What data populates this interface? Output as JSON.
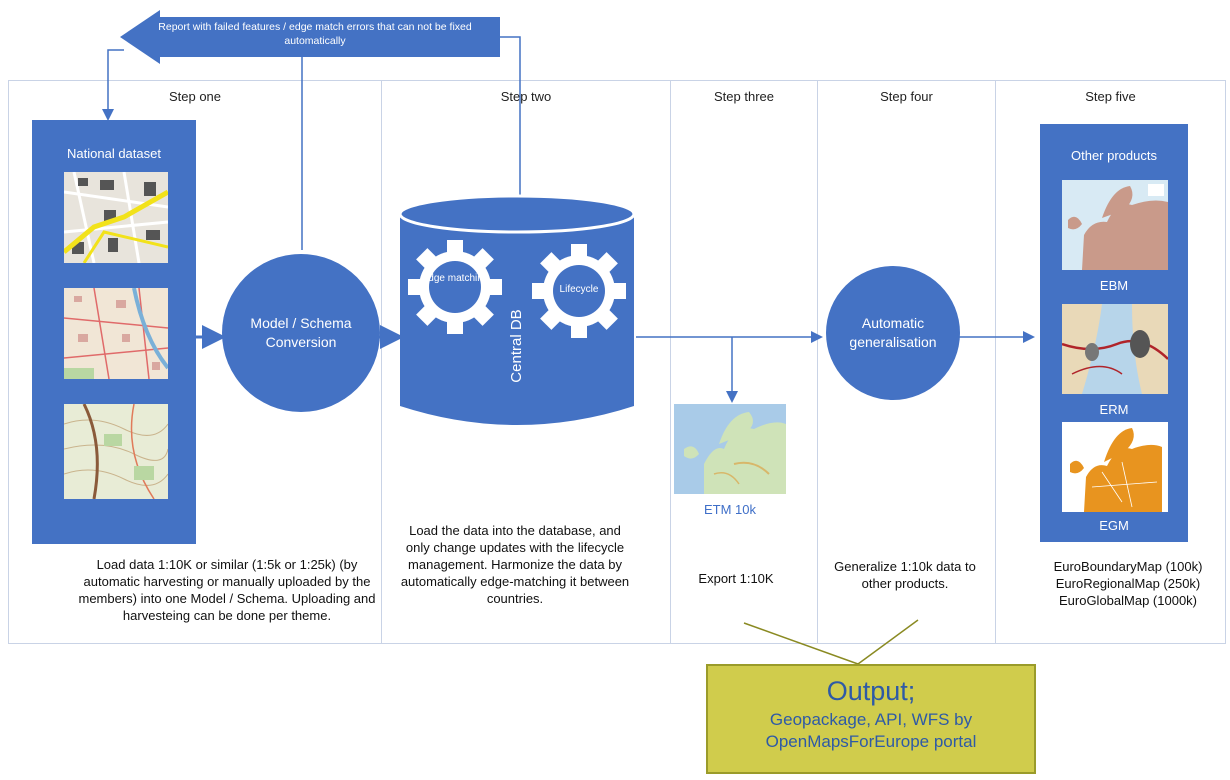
{
  "report": {
    "text": "Report with failed features / edge match errors that can not be fixed automatically"
  },
  "steps": [
    {
      "title": "Step one",
      "desc": "Load data 1:10K or similar (1:5k or 1:25k) (by automatic harvesting or manually uploaded by the members) into one Model / Schema. Uploading and harvesteing can be done per theme."
    },
    {
      "title": "Step two",
      "desc": "Load the data into the database, and only change updates with the lifecycle management. Harmonize the data by automatically edge-matching it between countries."
    },
    {
      "title": "Step three",
      "desc": "Export 1:10K"
    },
    {
      "title": "Step four",
      "desc": "Generalize 1:10k data to other products."
    },
    {
      "title": "Step five",
      "desc": "EuroBoundaryMap (100k)\nEuroRegionalMap (250k)\nEuroGlobalMap (1000k)"
    }
  ],
  "national": {
    "title": "National dataset"
  },
  "model": {
    "label": "Model / Schema Conversion"
  },
  "db": {
    "label": "Central DB",
    "gear1": "Edge matching",
    "gear2": "Lifecycle"
  },
  "etm": {
    "label": "ETM  10k"
  },
  "generalisation": {
    "label": "Automatic generalisation"
  },
  "products": {
    "title": "Other products",
    "items": [
      "EBM",
      "ERM",
      "EGM"
    ]
  },
  "output": {
    "title": "Output;",
    "sub": "Geopackage, API, WFS by OpenMapsForEurope portal"
  },
  "colors": {
    "blue": "#4472c4",
    "output_bg": "#d0cc4c",
    "output_text": "#2e5aa6",
    "lane_border": "#c9d3e6"
  }
}
